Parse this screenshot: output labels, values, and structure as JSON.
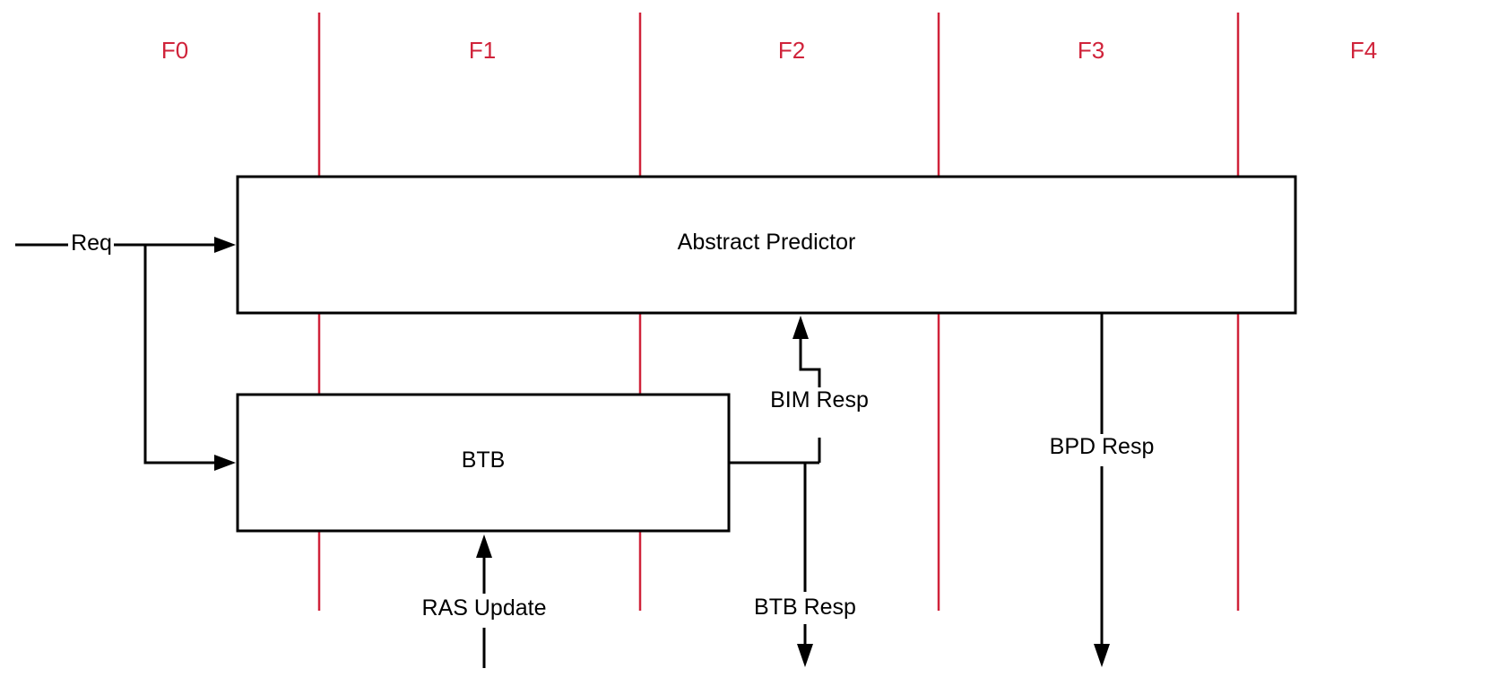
{
  "colors": {
    "stage": "#d0233a",
    "line": "#000000",
    "background": "#ffffff"
  },
  "stages": [
    "F0",
    "F1",
    "F2",
    "F3",
    "F4"
  ],
  "blocks": {
    "abstract_predictor": "Abstract Predictor",
    "btb": "BTB"
  },
  "signals": {
    "req": "Req",
    "bim_resp": "BIM Resp",
    "bpd_resp": "BPD Resp",
    "ras_update": "RAS Update",
    "btb_resp": "BTB Resp"
  }
}
